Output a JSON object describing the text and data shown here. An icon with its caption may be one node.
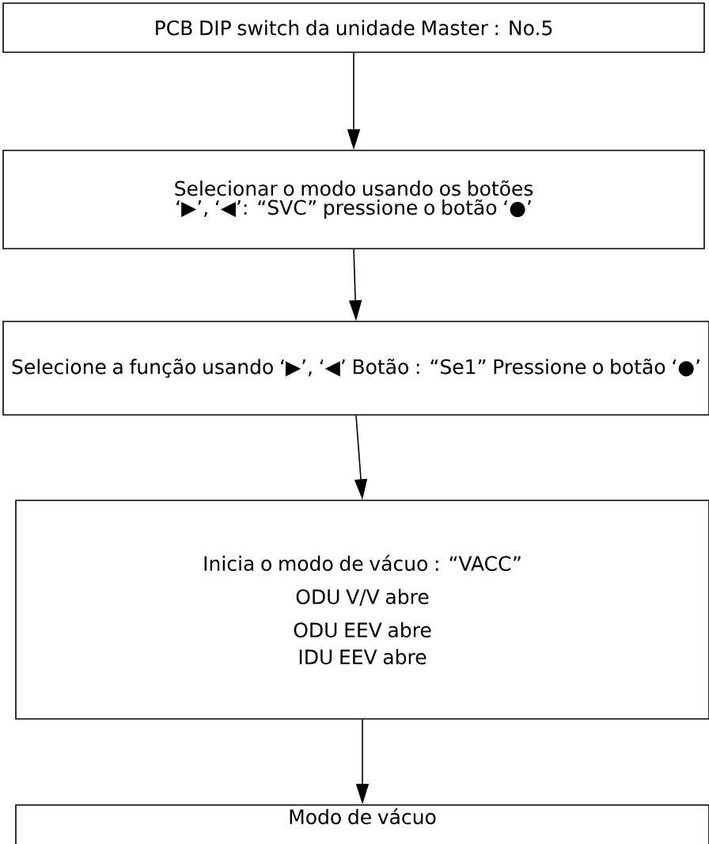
{
  "diagram": {
    "nodes": [
      {
        "text": [
          "PCB DIP switch da unidade Master  : No.5"
        ]
      },
      {
        "text": [
          "Selecionar o modo usando os botões ‘▶’, ‘◀’: “SVC” pressione o botão ‘●’"
        ]
      },
      {
        "text": [
          "Selecione a função usando ‘▶’, ‘◀’ Botão : “Se1” Pressione o botão ‘●’"
        ]
      },
      {
        "text": [
          "Inicia o modo de vácuo : “VACC”",
          "ODU V/V abre",
          "ODU EEV abre",
          "IDU EEV abre"
        ]
      },
      {
        "text": [
          "Modo de vácuo"
        ]
      }
    ],
    "edges": [
      {
        "from": 0,
        "to": 1,
        "arrow": "to"
      },
      {
        "from": 1,
        "to": 2,
        "arrow": "to"
      },
      {
        "from": 2,
        "to": 3,
        "arrow": "to"
      },
      {
        "from": 3,
        "to": 4,
        "arrow": "to"
      }
    ]
  }
}
